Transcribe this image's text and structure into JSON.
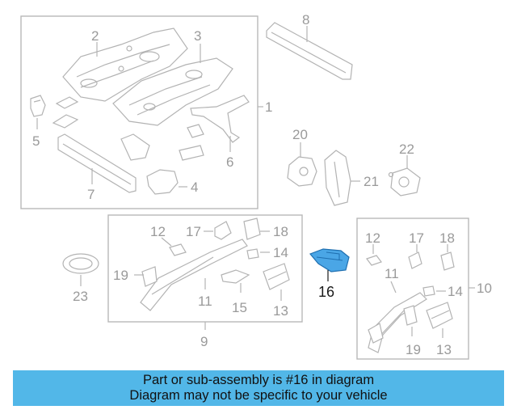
{
  "callouts": {
    "c1": "1",
    "c2": "2",
    "c3": "3",
    "c4": "4",
    "c5": "5",
    "c6": "6",
    "c7": "7",
    "c8": "8",
    "c9": "9",
    "c10": "10",
    "c11a": "11",
    "c11b": "11",
    "c12a": "12",
    "c12b": "12",
    "c13a": "13",
    "c13b": "13",
    "c14a": "14",
    "c14b": "14",
    "c15": "15",
    "c16": "16",
    "c17a": "17",
    "c17b": "17",
    "c18a": "18",
    "c18b": "18",
    "c19a": "19",
    "c19b": "19",
    "c20": "20",
    "c21": "21",
    "c22": "22",
    "c23": "23"
  },
  "highlight_color": "#4aa6e6",
  "banner": {
    "line1": "Part or sub-assembly is #16 in diagram",
    "line2": "Diagram may not be specific to your vehicle",
    "color": "#52b7e8"
  }
}
